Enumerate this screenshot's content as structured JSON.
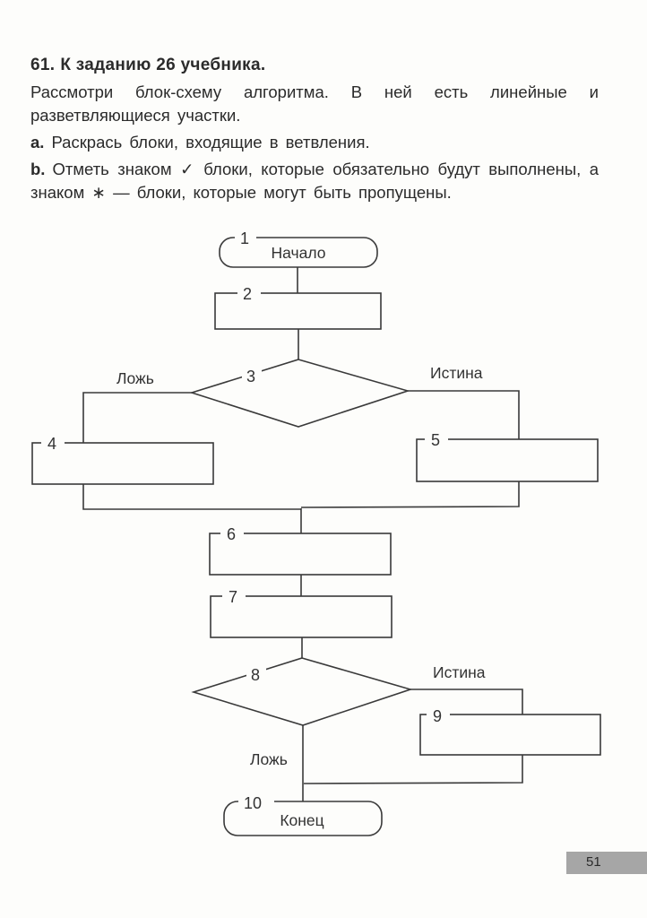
{
  "task": {
    "number": "61.",
    "title": "К заданию 26 учебника.",
    "intro_line1": "Рассмотри блок-схему алгоритма. В ней есть линейные и",
    "intro_line2": "разветвляющиеся участки.",
    "items": [
      {
        "marker": "a.",
        "text": "Раскрась блоки, входящие в ветвления."
      },
      {
        "marker": "b.",
        "text": "Отметь знаком ✓ блоки, которые обязательно будут выполнены, а знаком ∗ — блоки, которые могут быть пропущены."
      }
    ]
  },
  "flowchart": {
    "blocks": [
      {
        "id": "1",
        "type": "terminal",
        "label": "Начало"
      },
      {
        "id": "2",
        "type": "process",
        "label": ""
      },
      {
        "id": "3",
        "type": "decision",
        "label": ""
      },
      {
        "id": "4",
        "type": "process",
        "label": ""
      },
      {
        "id": "5",
        "type": "process",
        "label": ""
      },
      {
        "id": "6",
        "type": "process",
        "label": ""
      },
      {
        "id": "7",
        "type": "process",
        "label": ""
      },
      {
        "id": "8",
        "type": "decision",
        "label": ""
      },
      {
        "id": "9",
        "type": "process",
        "label": ""
      },
      {
        "id": "10",
        "type": "terminal",
        "label": "Конец"
      }
    ],
    "branch_labels": {
      "d3_false": "Ложь",
      "d3_true": "Истина",
      "d8_true": "Истина",
      "d8_false": "Ложь"
    }
  },
  "page": {
    "number": "51",
    "tab_color": "#a6a6a6"
  }
}
